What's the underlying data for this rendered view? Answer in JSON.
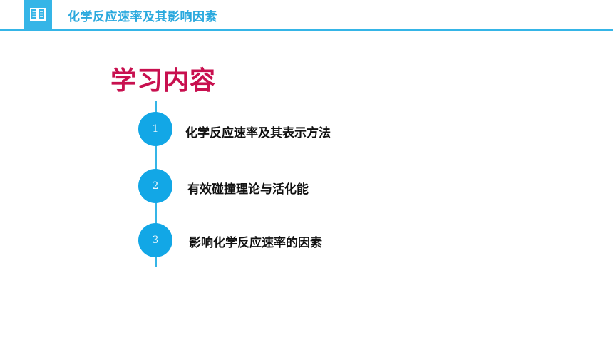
{
  "header": {
    "title": "化学反应速率及其影响因素",
    "icon": "book-icon",
    "accent_color": "#35b5e7"
  },
  "section": {
    "title": "学习内容",
    "title_color": "#c8104f"
  },
  "steps": [
    {
      "number": "1",
      "label": "化学反应速率及其表示方法"
    },
    {
      "number": "2",
      "label": "有效碰撞理论与活化能"
    },
    {
      "number": "3",
      "label": "影响化学反应速率的因素"
    }
  ]
}
